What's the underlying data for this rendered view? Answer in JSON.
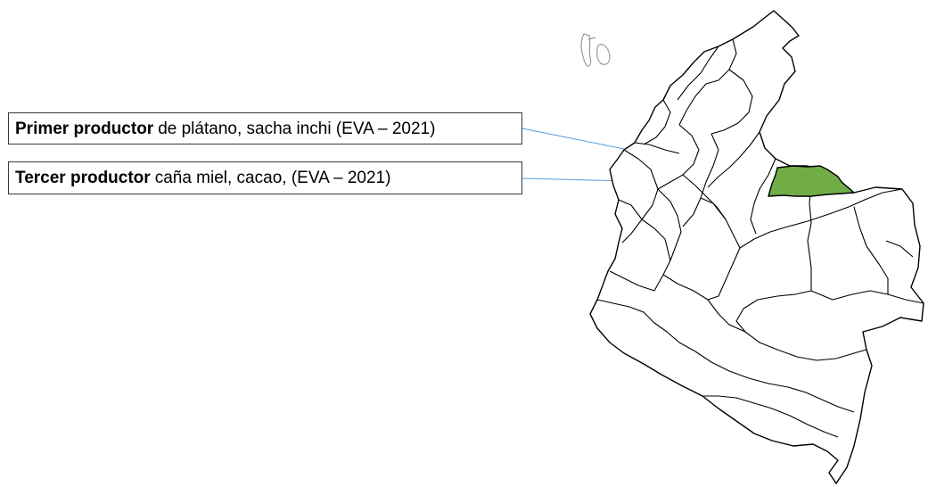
{
  "callouts": [
    {
      "bold": "Primer productor",
      "text": "de plátano, sacha inchi  (EVA – 2021)"
    },
    {
      "bold": "Tercer productor",
      "text": "caña miel, cacao,  (EVA – 2021)"
    }
  ],
  "map": {
    "highlight_color": "#70ad47",
    "leader_color": "#5b9bd5"
  }
}
